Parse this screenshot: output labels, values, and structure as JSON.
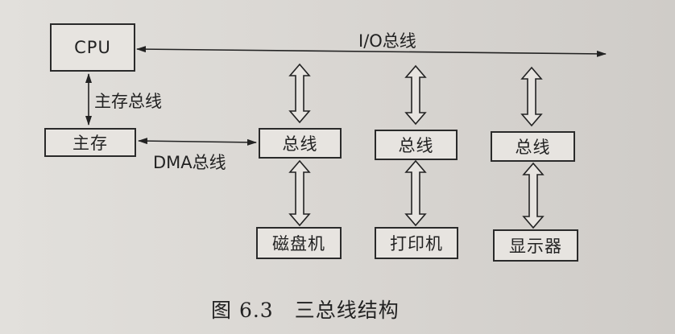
{
  "nodes": {
    "cpu": "CPU",
    "main_memory": "主存",
    "bus_disk": "总线",
    "bus_printer": "总线",
    "bus_display": "总线",
    "disk": "磁盘机",
    "printer": "打印机",
    "display": "显示器"
  },
  "edges": {
    "io_bus": "I/O总线",
    "memory_bus": "主存总线",
    "dma_bus": "DMA总线"
  },
  "caption": "图 6.3　三总线结构"
}
